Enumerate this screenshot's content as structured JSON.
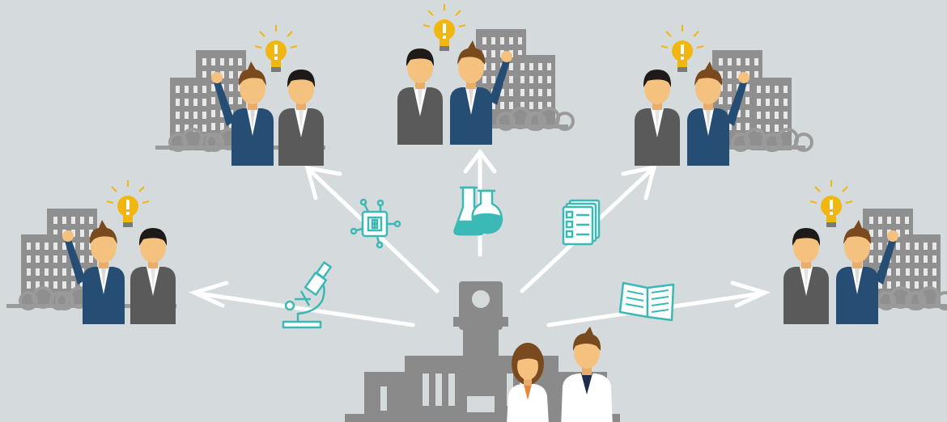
{
  "scene": {
    "description_icons": [
      "microchip-icon",
      "flasks-icon",
      "checklist-icon",
      "open-book-icon",
      "microscope-icon"
    ],
    "colors": {
      "background": "#d5dadd",
      "building": "#8f8f8f",
      "building_light": "#a9a9a9",
      "window": "#e8e8e8",
      "suit_blue": "#264d73",
      "suit_gray": "#5a5a5a",
      "skin": "#f5c17f",
      "hair": "#1e1a17",
      "hair_brown": "#7a4a1f",
      "bulb": "#f1b70f",
      "accent_teal": "#3bb9b6",
      "arrow": "#ffffff",
      "lab_coat": "#ffffff"
    },
    "groups": [
      {
        "id": "top-left"
      },
      {
        "id": "top-center"
      },
      {
        "id": "top-right"
      },
      {
        "id": "mid-left"
      },
      {
        "id": "mid-right"
      }
    ]
  }
}
